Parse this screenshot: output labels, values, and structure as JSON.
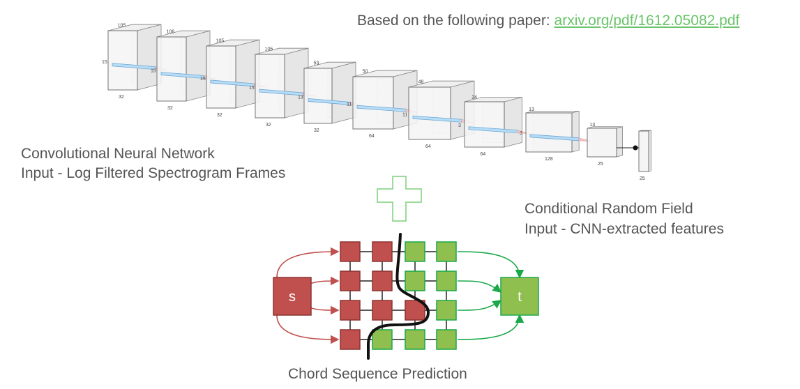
{
  "source": {
    "prefix": "Based on the following paper: ",
    "link": "arxiv.org/pdf/1612.05082.pdf"
  },
  "cnn": {
    "title": "Convolutional Neural Network",
    "subtitle": "Input - Log Filtered Spectrogram Frames",
    "layers": [
      {
        "top": "105",
        "side": "15",
        "bottom": "32"
      },
      {
        "top": "106",
        "side": "15",
        "bottom": "32"
      },
      {
        "top": "105",
        "side": "15",
        "bottom": "32"
      },
      {
        "top": "105",
        "side": "15",
        "bottom": "32"
      },
      {
        "top": "53",
        "side": "13",
        "bottom": "32"
      },
      {
        "top": "50",
        "side": "11",
        "bottom": "64"
      },
      {
        "top": "48",
        "side": "11",
        "bottom": "64"
      },
      {
        "top": "24",
        "side": "3",
        "bottom": "64"
      },
      {
        "top": "13",
        "side": "3",
        "bottom": "128"
      },
      {
        "top": "13",
        "side": "",
        "bottom": "25"
      },
      {
        "top": "",
        "side": "",
        "bottom": "25"
      }
    ]
  },
  "crf": {
    "title": "Conditional Random Field",
    "subtitle": "Input - CNN-extracted features",
    "source_label": "s",
    "sink_label": "t"
  },
  "caption": "Chord Sequence Prediction",
  "colors": {
    "red_fill": "#c0504d",
    "red_stroke": "#8c3230",
    "green_fill": "#8fbf4f",
    "green_stroke": "#1aa84a",
    "link": "#6ac46a"
  }
}
